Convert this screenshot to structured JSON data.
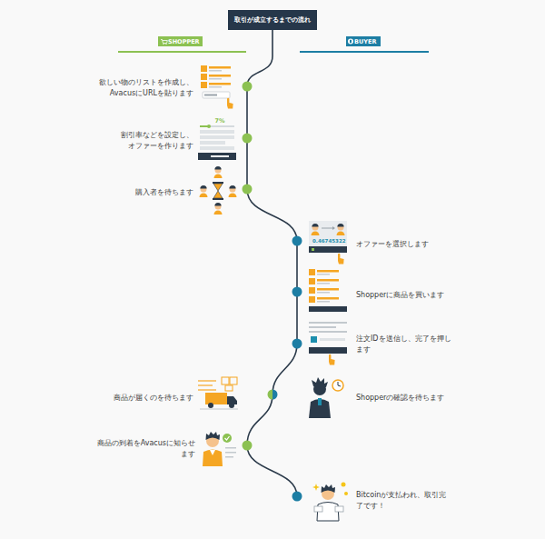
{
  "diagram": {
    "title": "取引が成立するまでの流れ",
    "nodes": [
      {
        "text": [
          "SHOPPER"
        ]
      },
      {
        "text": [
          "BUYER"
        ]
      }
    ],
    "labels": [
      "欲しい物のリストを作成し、 AvacusにURLを貼ります",
      "7%",
      "割引率などを設定し、 オファーを作ります",
      "購入者を待ちます",
      "0.46745322",
      "オファーを選択します",
      "Shopperに商品を買います",
      "注文IDを送信し、完了を押します",
      "商品が届くのを待ちます",
      "Shopperの確認を待ちます",
      "商品の到着をAvacusに知らせます",
      "Bitcoinが支払われ、取引完了です！"
    ]
  }
}
